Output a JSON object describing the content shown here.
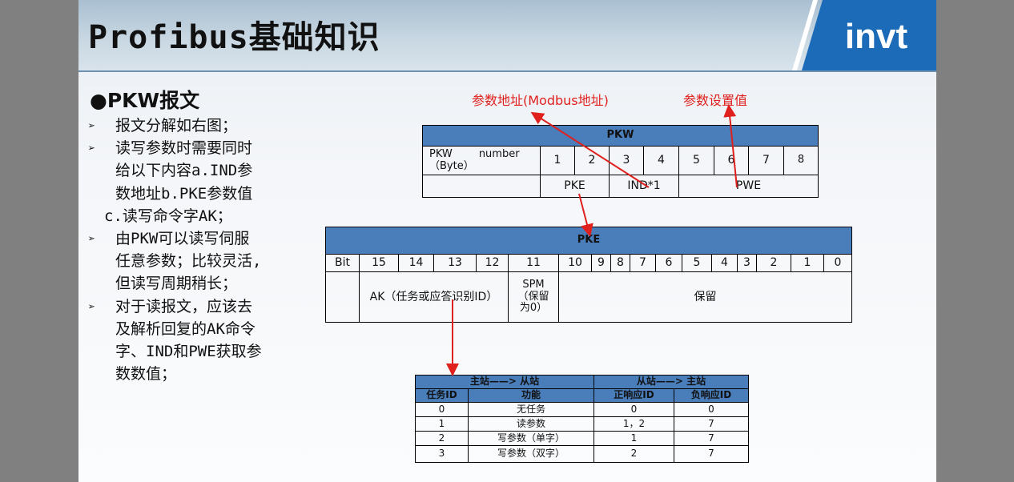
{
  "page_title": "Profibus基础知识",
  "logo_text": "invt",
  "section_title": "●PKW报文",
  "bullets": [
    {
      "marker": "➢",
      "lines": [
        "报文分解如右图；"
      ]
    },
    {
      "marker": "➢",
      "lines": [
        "读写参数时需要同时",
        "给以下内容a.IND参",
        "数地址b.PKE参数值"
      ],
      "tail": "c.读写命令字AK；"
    },
    {
      "marker": "➢",
      "lines": [
        "由PKW可以读写伺服",
        "任意参数；比较灵活,",
        "但读写周期稍长；"
      ]
    },
    {
      "marker": "➢",
      "lines": [
        "对于读报文，应该去",
        "及解析回复的AK命令",
        "字、IND和PWE获取参",
        "数数值；"
      ]
    }
  ],
  "annotations": {
    "param_address": "参数地址(Modbus地址)",
    "param_value": "参数设置值"
  },
  "pkw_table": {
    "title": "PKW",
    "row_label": "PKW        number\n（Byte）",
    "bytes": [
      "1",
      "2",
      "3",
      "4",
      "5",
      "6",
      "7",
      "8"
    ],
    "groups": [
      "PKE",
      "IND*1",
      "PWE"
    ]
  },
  "pke_table": {
    "title": "PKE",
    "bit_label": "Bit",
    "bits": [
      "15",
      "14",
      "13",
      "12",
      "11",
      "10",
      "9",
      "8",
      "7",
      "6",
      "5",
      "4",
      "3",
      "2",
      "1",
      "0"
    ],
    "ak_desc": "AK（任务或应答识别ID）",
    "spm_desc": "SPM\n（保留\n为0）",
    "reserved": "保留"
  },
  "ak_table": {
    "group1": "主站——> 从站",
    "group2": "从站——> 主站",
    "headers": [
      "任务ID",
      "功能",
      "正响应ID",
      "负响应ID"
    ],
    "rows": [
      [
        "0",
        "无任务",
        "0",
        "0"
      ],
      [
        "1",
        "读参数",
        "1，2",
        "7"
      ],
      [
        "2",
        "写参数（单字）",
        "1",
        "7"
      ],
      [
        "3",
        "写参数（双字）",
        "2",
        "7"
      ]
    ]
  },
  "colors": {
    "header_blue": "#4a7ebb",
    "annotation_red": "#e0201c",
    "logo_blue": "#1c6bb8"
  }
}
